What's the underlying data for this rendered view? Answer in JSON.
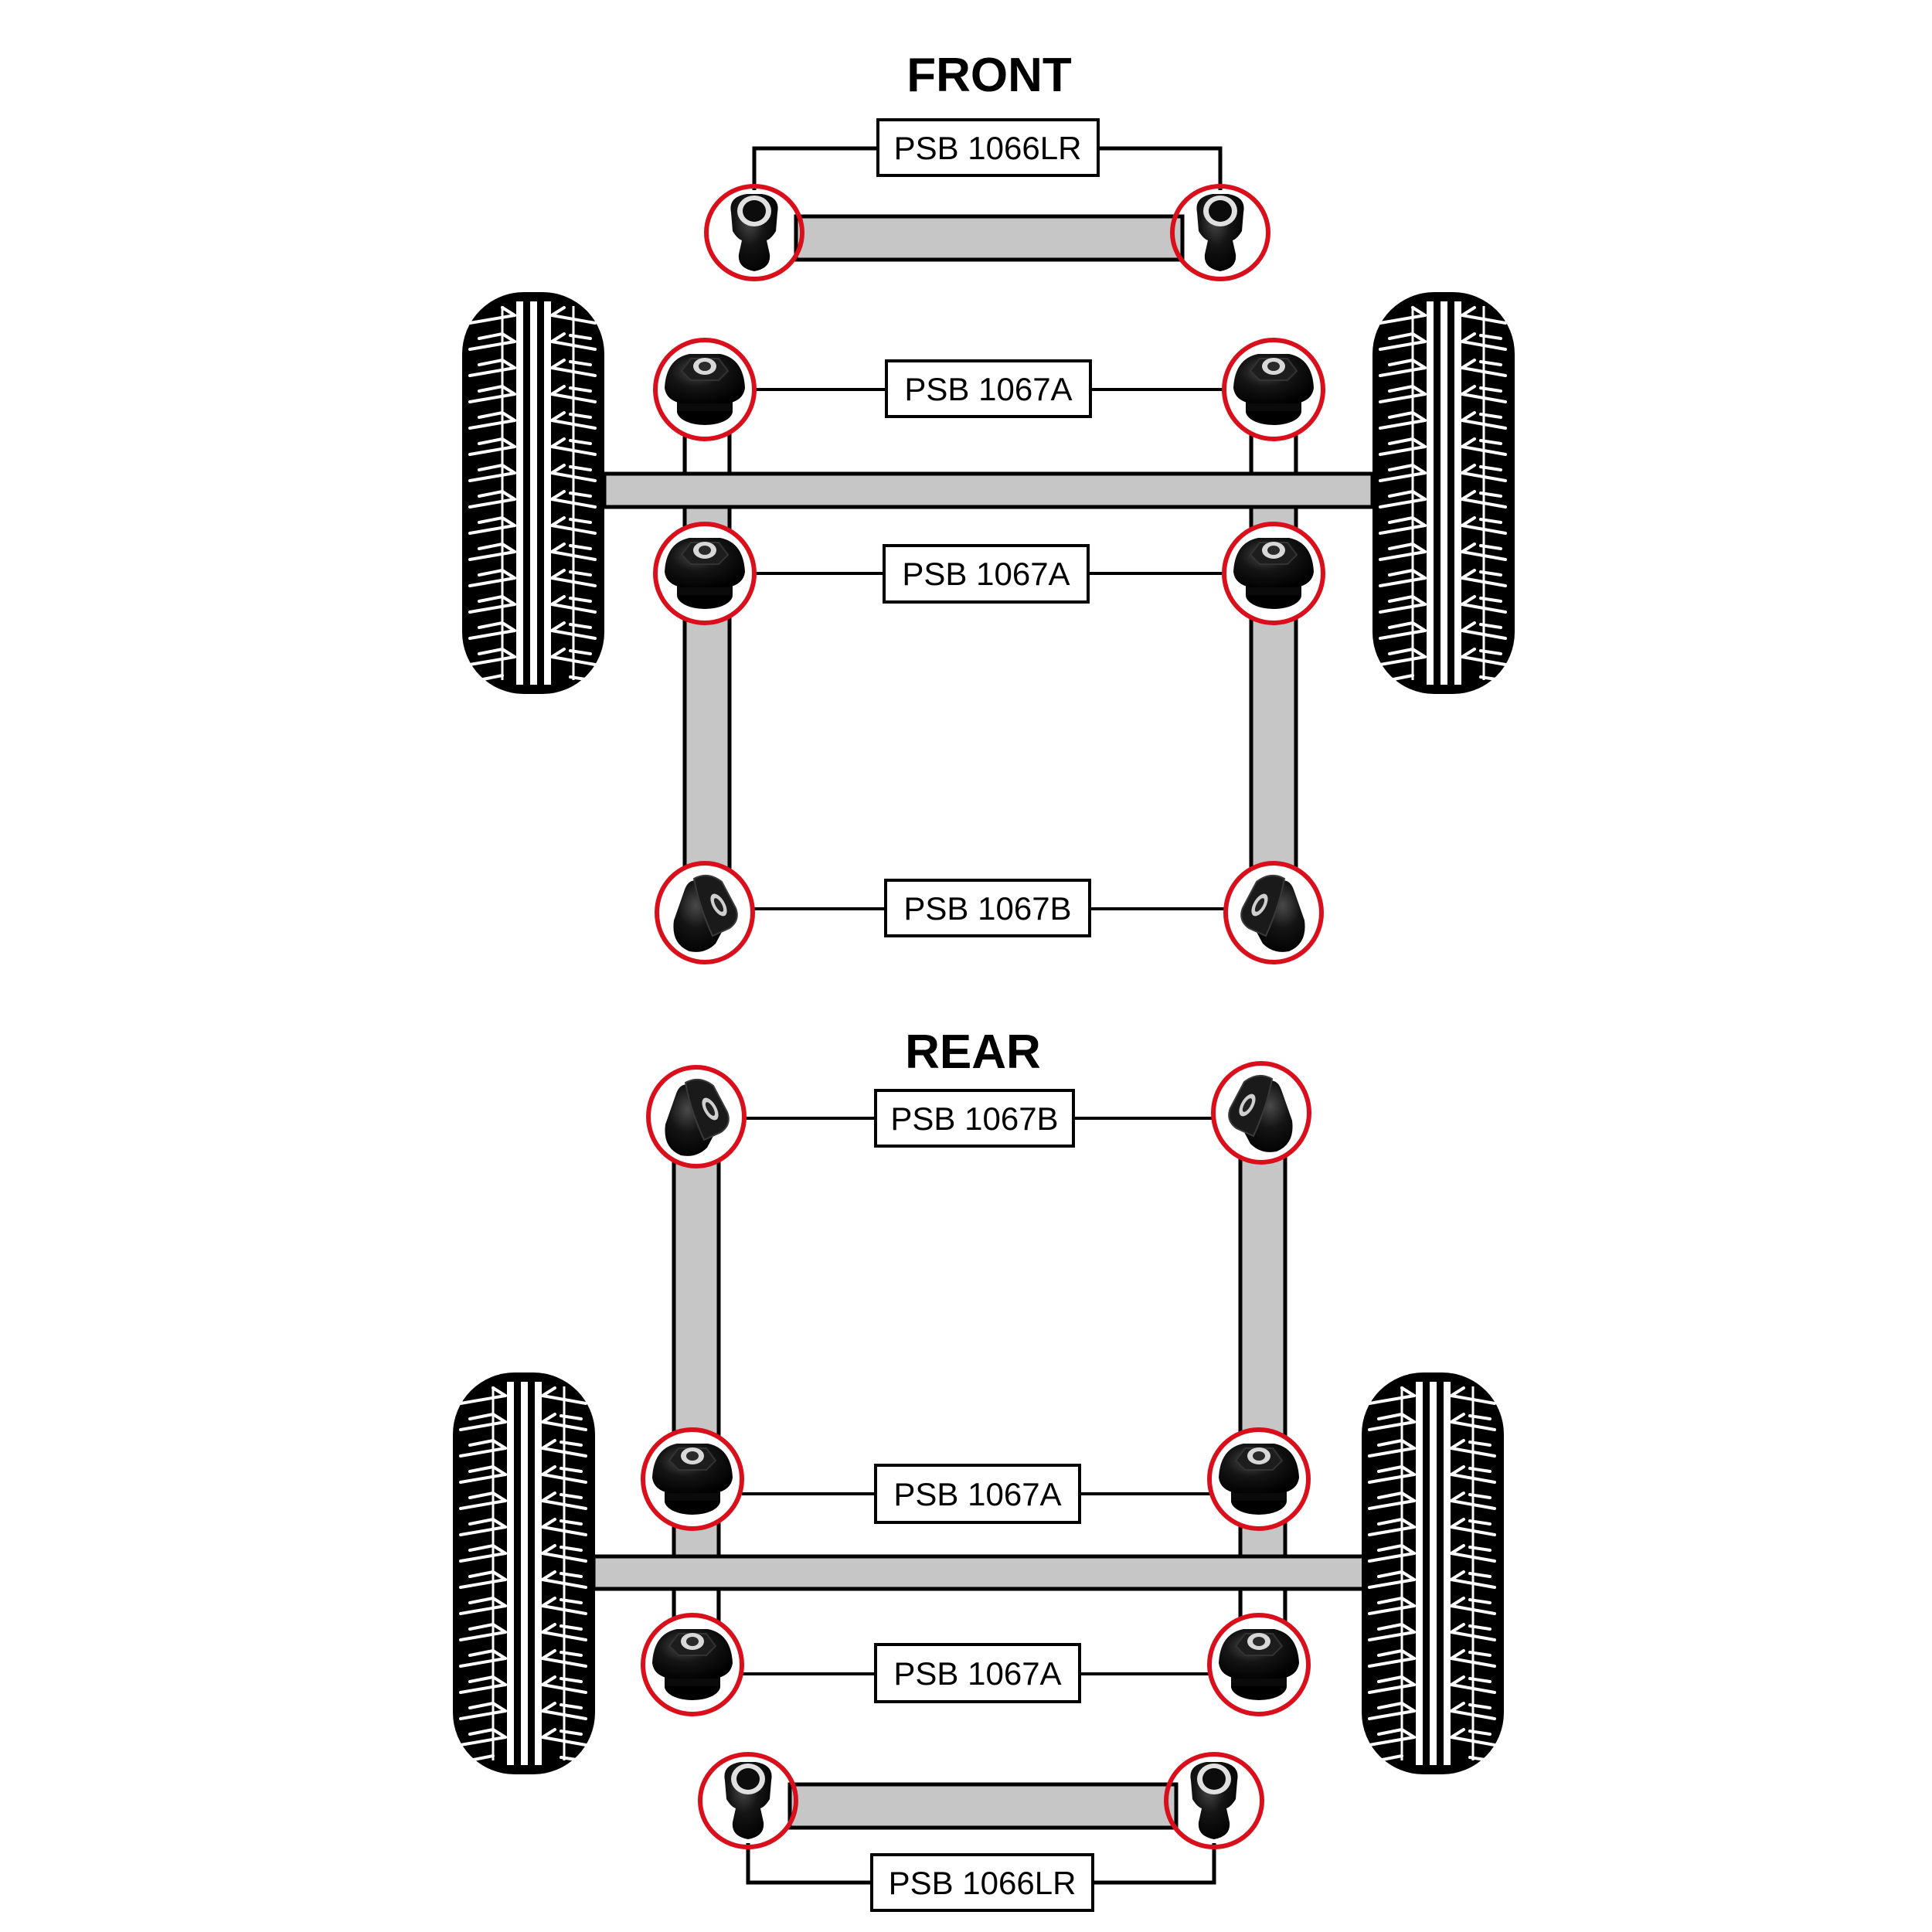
{
  "colors": {
    "highlight_ring": "#d9101c",
    "arm_fill": "#c6c6c6",
    "outline": "#000000",
    "tire": "#000000",
    "bushing": "#111111"
  },
  "front": {
    "title": "FRONT",
    "labels": {
      "top_link": "PSB 1066LR",
      "upper_arm_front": "PSB 1067A",
      "upper_arm_rear": "PSB 1067A",
      "lower_arm": "PSB 1067B"
    }
  },
  "rear": {
    "title": "REAR",
    "labels": {
      "upper_arm": "PSB 1067B",
      "arm_front": "PSB 1067A",
      "arm_rear": "PSB 1067A",
      "bottom_link": "PSB 1066LR"
    }
  },
  "icons": {
    "tire": "tire-tread-icon",
    "bushing_type_1066": "bushing-sleeve-icon",
    "bushing_type_1067a": "bushing-flanged-icon",
    "bushing_type_1067b": "bushing-angled-icon"
  }
}
